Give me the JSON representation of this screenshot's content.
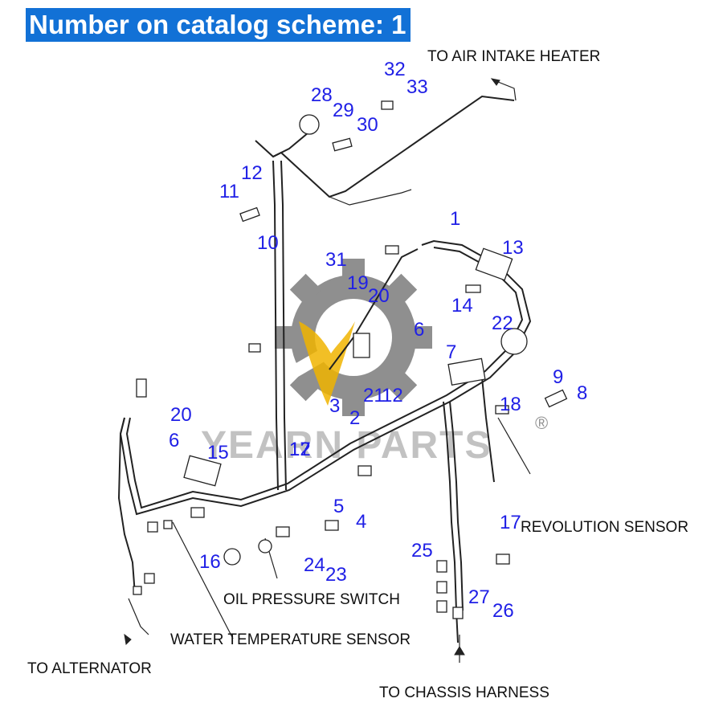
{
  "title": "Number on catalog scheme: 1",
  "watermark": {
    "brand": "YEARN PARTS",
    "registered": "®",
    "colors": {
      "gear": "#8f8f8f",
      "flame": "#f0b400",
      "text": "#a9a9a9"
    }
  },
  "labels": {
    "air_intake_heater": "TO AIR INTAKE HEATER",
    "revolution_sensor": "REVOLUTION SENSOR",
    "oil_pressure_switch": "OIL PRESSURE SWITCH",
    "water_temperature_sensor": "WATER TEMPERATURE SENSOR",
    "alternator": "TO ALTERNATOR",
    "chassis_harness": "TO CHASSIS HARNESS"
  },
  "callouts": [
    "1",
    "2",
    "3",
    "4",
    "5",
    "6",
    "6",
    "7",
    "8",
    "9",
    "10",
    "11",
    "12",
    "12",
    "12",
    "13",
    "14",
    "15",
    "16",
    "17",
    "17",
    "18",
    "19",
    "20",
    "20",
    "21",
    "22",
    "23",
    "24",
    "25",
    "26",
    "27",
    "28",
    "29",
    "30",
    "31",
    "32",
    "33"
  ],
  "colors": {
    "title_bg": "#1271d6",
    "title_text": "#ffffff",
    "callout": "#2020e6",
    "line": "#222222"
  }
}
